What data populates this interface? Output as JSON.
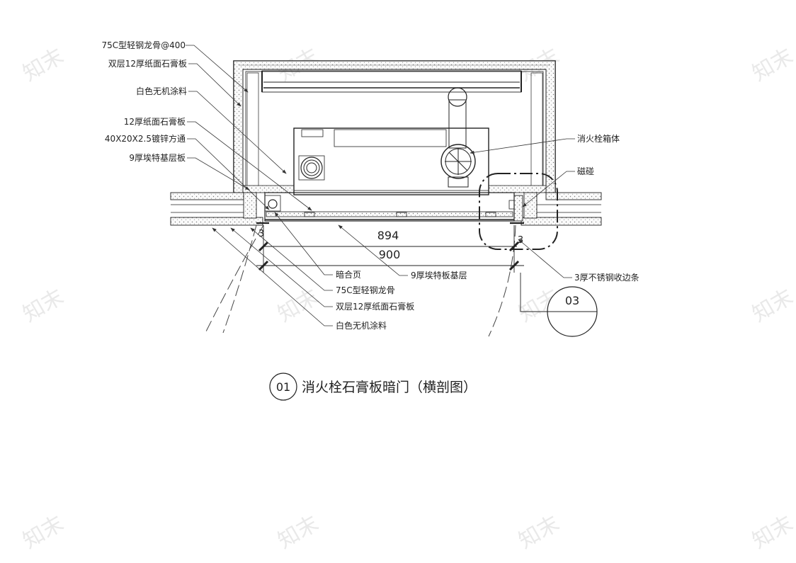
{
  "labels_left": [
    "75C型轻钢龙骨@400",
    "双层12厚纸面石膏板",
    "白色无机涂料",
    "12厚纸面石膏板",
    "40X20X2.5镀锌方通",
    "9厚埃特基层板"
  ],
  "labels_right": [
    "消火栓箱体",
    "磁碰"
  ],
  "labels_bottom": [
    "暗合页",
    "75C型轻钢龙骨",
    "双层12厚纸面石膏板",
    "白色无机涂料"
  ],
  "label_board": "9厚埃特板基层",
  "label_trim": "3厚不锈钢收边条",
  "dimensions": {
    "inner": "894",
    "outer": "900",
    "gap_left": "3",
    "gap_right": "3"
  },
  "detail_ref": "03",
  "title": {
    "number": "01",
    "text": "消火栓石膏板暗门（横剖图）"
  },
  "watermark": "知末"
}
